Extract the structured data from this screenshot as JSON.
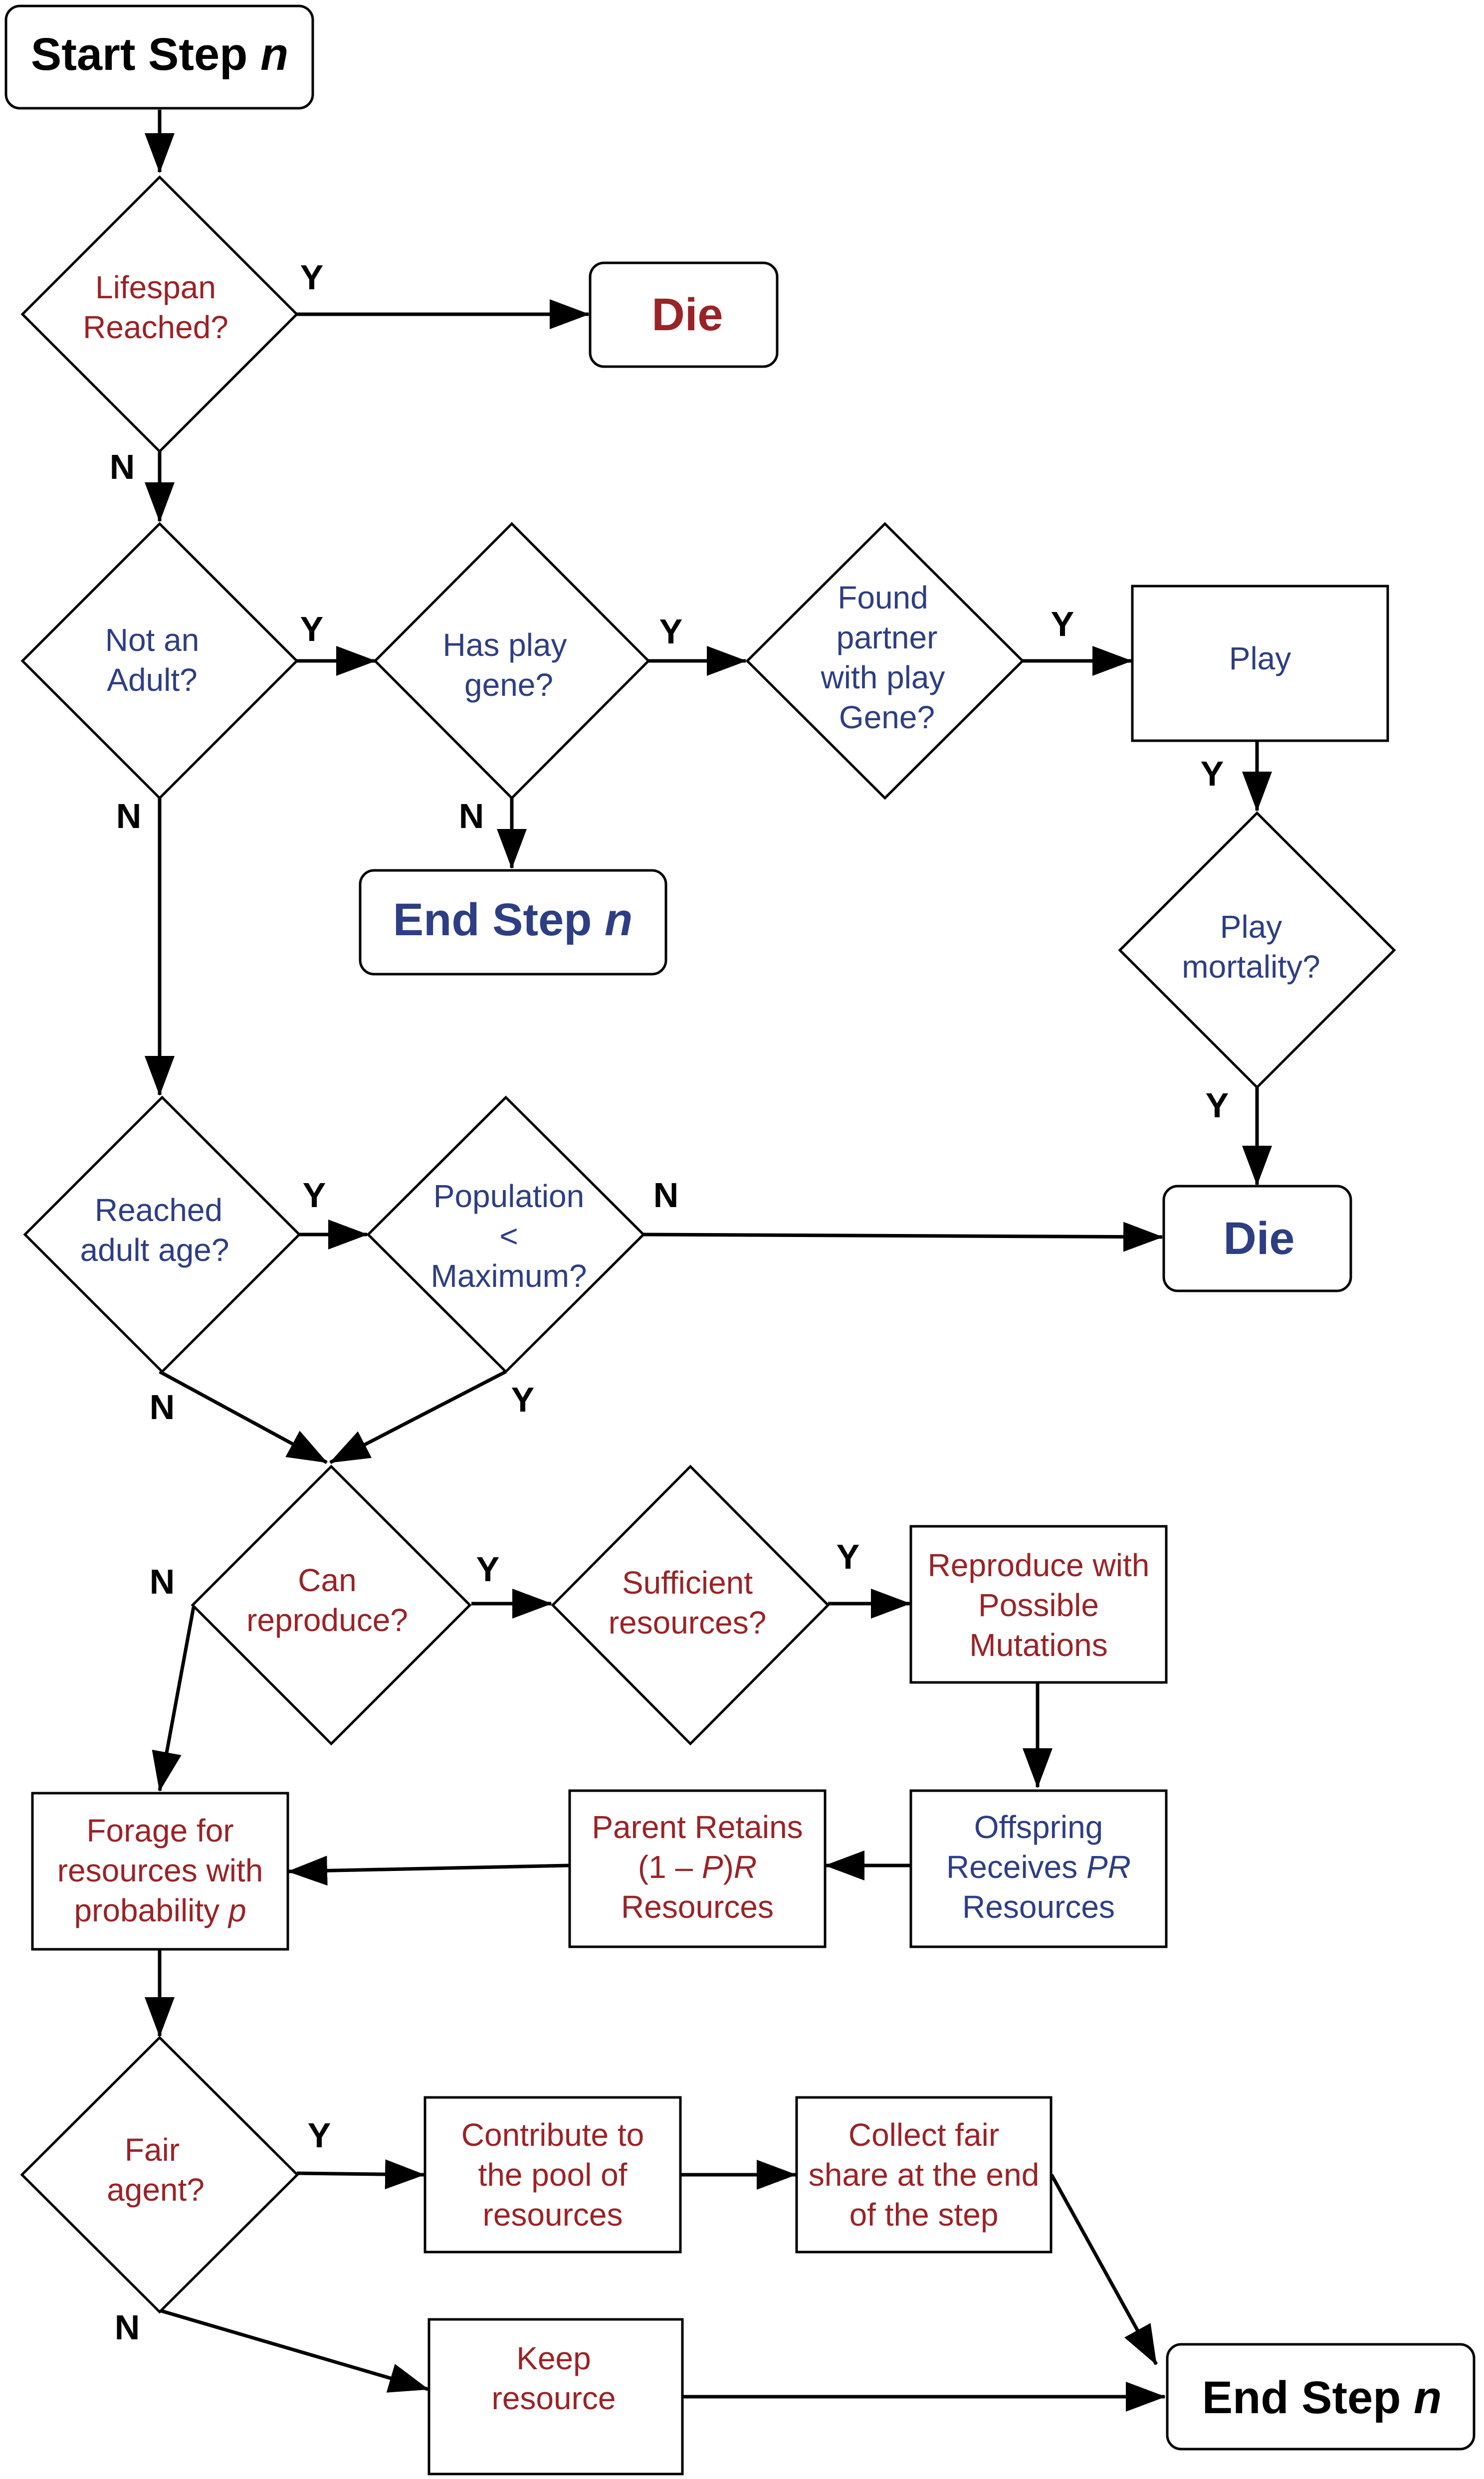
{
  "nodes": {
    "start": {
      "prefix": "Start Step ",
      "var": "n"
    },
    "die_top": {
      "label": "Die"
    },
    "lifespan": {
      "lines": [
        "Lifespan",
        "Reached?"
      ]
    },
    "not_adult": {
      "lines": [
        "Not an",
        "Adult?"
      ]
    },
    "play_gene": {
      "lines": [
        "Has play",
        "gene?"
      ]
    },
    "found_partner": {
      "lines": [
        "Found",
        "partner",
        "with play",
        "Gene?"
      ]
    },
    "play": {
      "label": "Play"
    },
    "play_mortality": {
      "lines": [
        "Play",
        "mortality?"
      ]
    },
    "end_mid": {
      "prefix": "End Step ",
      "var": "n"
    },
    "reached_adult": {
      "lines": [
        "Reached",
        "adult age?"
      ]
    },
    "population": {
      "lines": [
        "Population",
        "<",
        "Maximum?"
      ]
    },
    "die_mid": {
      "label": "Die"
    },
    "can_reproduce": {
      "lines": [
        "Can",
        "reproduce?"
      ]
    },
    "sufficient": {
      "lines": [
        "Sufficient",
        "resources?"
      ]
    },
    "reproduce": {
      "lines": [
        "Reproduce with",
        "Possible",
        "Mutations"
      ]
    },
    "offspring": {
      "line1": "Offspring",
      "line2_pre": "Receives ",
      "line2_it": "PR",
      "line3": "Resources"
    },
    "parent": {
      "line1": "Parent Retains",
      "line2_a": "(1 – ",
      "line2_b": "P",
      "line2_c": ")",
      "line2_d": "R",
      "line3": "Resources"
    },
    "forage": {
      "line1": "Forage for",
      "line2": "resources with",
      "line3_pre": "probability ",
      "line3_it": "p"
    },
    "fair": {
      "lines": [
        "Fair",
        "agent?"
      ]
    },
    "contribute": {
      "lines": [
        "Contribute to",
        "the pool of",
        "resources"
      ]
    },
    "collect": {
      "lines": [
        "Collect fair",
        "share at the end",
        "of the step"
      ]
    },
    "keep": {
      "lines": [
        "Keep",
        "resource"
      ]
    },
    "end_bottom": {
      "prefix": "End Step ",
      "var": "n"
    }
  },
  "edge_labels": {
    "lifespan_yes": "Y",
    "lifespan_no": "N",
    "not_adult_yes": "Y",
    "not_adult_no": "N",
    "play_gene_yes": "Y",
    "play_gene_no": "N",
    "partner_yes": "Y",
    "play_yes": "Y",
    "mortality_yes": "Y",
    "reached_yes": "Y",
    "reached_no": "N",
    "population_no": "N",
    "population_yes": "Y",
    "can_reproduce_yes": "Y",
    "can_reproduce_no": "N",
    "sufficient_yes": "Y",
    "fair_yes": "Y",
    "fair_no": "N"
  },
  "colors": {
    "decision_red": "#9b2226",
    "decision_blue": "#2d3e85",
    "line": "#000000"
  }
}
